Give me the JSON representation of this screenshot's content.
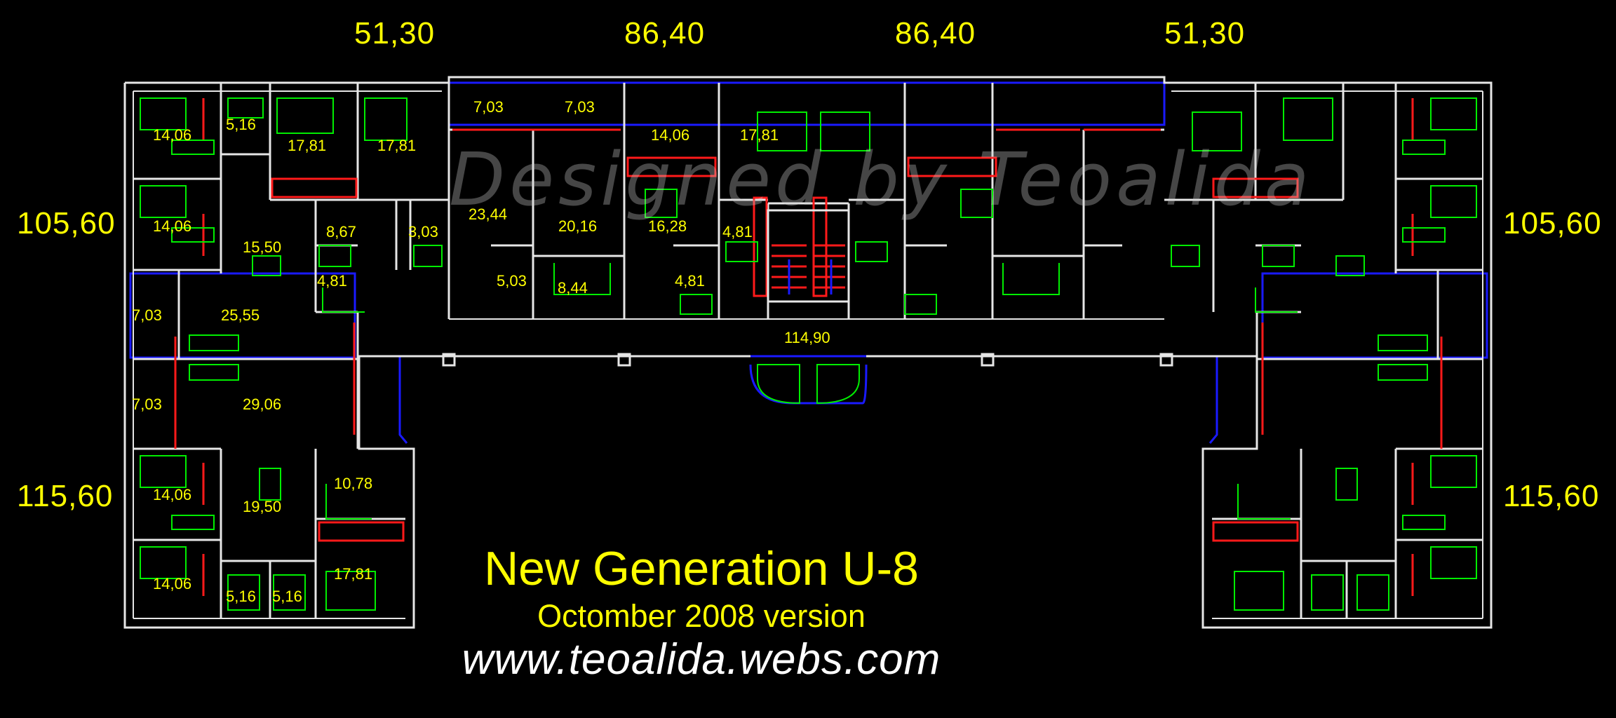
{
  "watermark": "Designed by Teoalida",
  "top_dimensions": [
    "51,30",
    "86,40",
    "86,40",
    "51,30"
  ],
  "side_dimensions": {
    "left_upper": "105,60",
    "left_lower": "115,60",
    "right_upper": "105,60",
    "right_lower": "115,60"
  },
  "room_areas": {
    "r1": "14,06",
    "r2": "5,16",
    "r3": "17,81",
    "r4": "17,81",
    "r5": "7,03",
    "r6": "7,03",
    "r7": "14,06",
    "r8": "17,81",
    "r9": "14,06",
    "r10": "15,50",
    "r11": "8,67",
    "r12": "3,03",
    "r13": "23,44",
    "r14": "20,16",
    "r15": "16,28",
    "r16": "4,81",
    "r17": "4,81",
    "r18": "5,03",
    "r19": "8,44",
    "r20": "4,81",
    "r21": "7,03",
    "r22": "25,55",
    "r23": "114,90",
    "r24": "7,03",
    "r25": "29,06",
    "r26": "10,78",
    "r27": "14,06",
    "r28": "19,50",
    "r29": "14,06",
    "r30": "5,16",
    "r31": "5,16",
    "r32": "17,81"
  },
  "caption": {
    "title": "New Generation U-8",
    "subtitle": "Octomber 2008 version",
    "website": "www.teoalida.webs.com"
  },
  "colors": {
    "background": "#000000",
    "walls": "#e6e6e6",
    "furniture": "#00ee00",
    "windows": "#ff1a1a",
    "balcony": "#1a1aff",
    "labels": "#ffff00"
  }
}
